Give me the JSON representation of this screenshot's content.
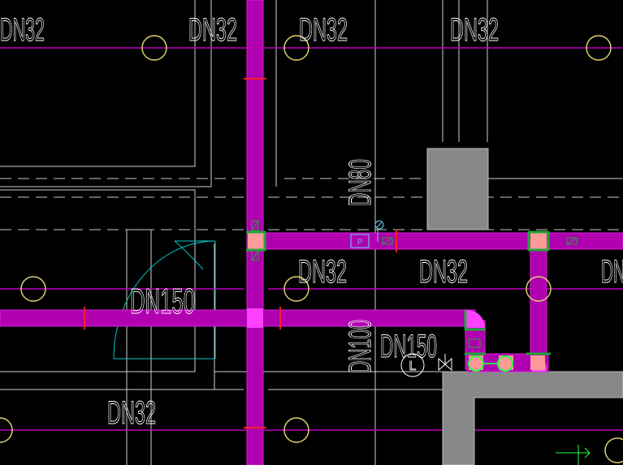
{
  "labels": {
    "top_1": "DN32",
    "top_2": "DN32",
    "top_3": "DN32",
    "top_4": "DN32",
    "mid_1": "DN32",
    "mid_2": "DN32",
    "mid_3": "DN",
    "bottom_1": "DN32",
    "vertical_dn80": "DN80",
    "vertical_dn100": "DN100",
    "dn150_left": "DN150",
    "dn150_right": "DN150",
    "pump_tag": "P",
    "equipment_tag": "L"
  },
  "colors": {
    "background": "#000000",
    "pipe": "#b000b0",
    "pipe_edge": "#e020e0",
    "pipe_highlight": "#ff40ff",
    "fitting": "#ff9a9a",
    "flange": "#1fa83a",
    "column": "#888888",
    "wall": "#d8d8d8",
    "thin_pipe": "#c000c0",
    "sprinkler": "#e0d070",
    "door": "#00c8c8",
    "break_mark": "#ff2020",
    "green_glyph": "#20ff40"
  }
}
